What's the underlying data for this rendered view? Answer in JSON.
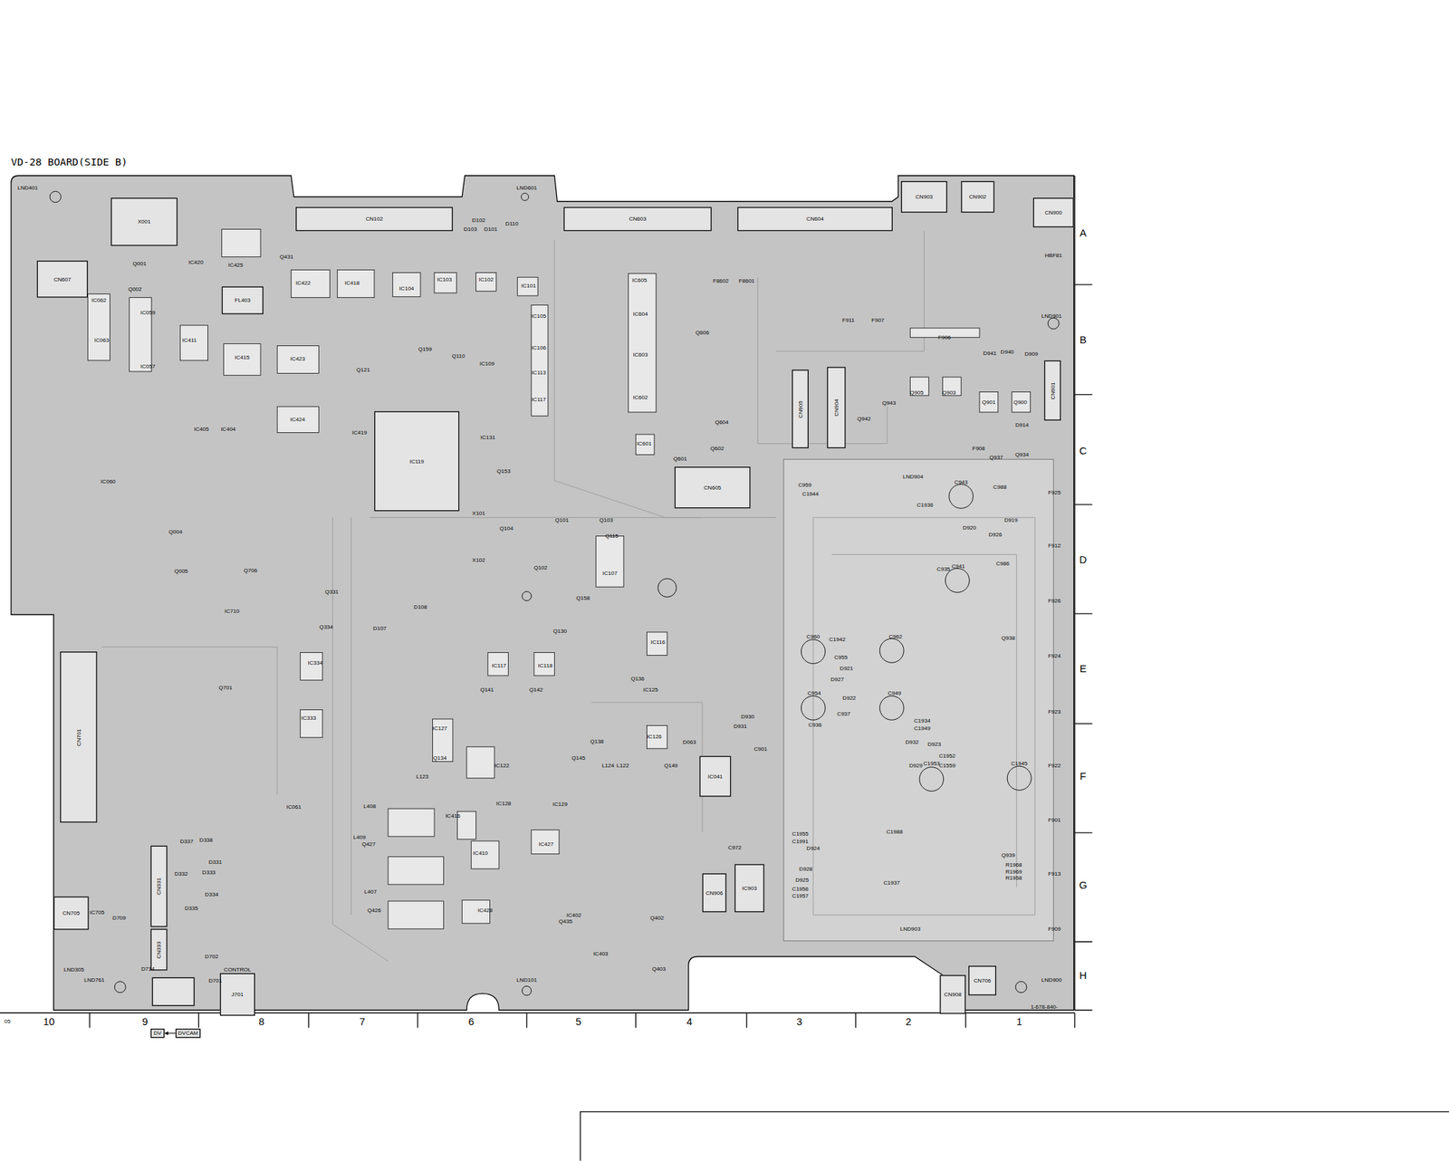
{
  "diagram": {
    "title": "VD-28 BOARD(SIDE B)",
    "nodes": [
      {
        "text": [
          "CN102"
        ]
      },
      {
        "text": [
          "CN603"
        ]
      },
      {
        "text": [
          "CN604"
        ]
      },
      {
        "text": [
          "CN903"
        ]
      },
      {
        "text": [
          "CN902"
        ]
      },
      {
        "text": [
          "CN900"
        ]
      },
      {
        "text": [
          "X001"
        ]
      },
      {
        "text": [
          "CN607"
        ]
      },
      {
        "text": [
          "IC119"
        ]
      },
      {
        "text": [
          "CN905"
        ]
      },
      {
        "text": [
          "CN904"
        ]
      },
      {
        "text": [
          "CN605"
        ]
      },
      {
        "text": [
          "CN901"
        ]
      },
      {
        "text": [
          "CN701"
        ]
      },
      {
        "text": [
          "CN705"
        ]
      },
      {
        "text": [
          "CN331"
        ]
      },
      {
        "text": [
          "CN333"
        ]
      },
      {
        "text": [
          "IC041"
        ]
      },
      {
        "text": [
          "CN906"
        ]
      },
      {
        "text": [
          "IC903"
        ]
      },
      {
        "text": [
          "CN908"
        ]
      },
      {
        "text": [
          "CN706"
        ]
      },
      {
        "text": [
          "CONTROL",
          "J701"
        ]
      },
      {
        "text": [
          "DV"
        ]
      },
      {
        "text": [
          "DVCAM"
        ]
      },
      {
        "text": [
          "FL403"
        ]
      }
    ],
    "edges": [
      {
        "from": 24,
        "to": 23,
        "arrow": "to"
      }
    ],
    "labels": [
      "A",
      "B",
      "C",
      "D",
      "E",
      "F",
      "G",
      "H",
      "10",
      "9",
      "8",
      "7",
      "6",
      "5",
      "4",
      "3",
      "2",
      "1",
      "05",
      "LND401",
      "LND601",
      "LND901",
      "LND904",
      "LND903",
      "LND761",
      "LND305",
      "LND101",
      "LND900",
      "HBF81",
      "1-678-840-",
      "IC425",
      "IC420",
      "IC422",
      "IC418",
      "IC104",
      "IC103",
      "IC102",
      "IC101",
      "IC105",
      "IC106",
      "IC113",
      "IC117",
      "IC109",
      "IC131",
      "IC423",
      "IC424",
      "IC419",
      "IC415",
      "IC411",
      "IC404",
      "IC405",
      "IC059",
      "IC062",
      "IC063",
      "IC057",
      "IC060",
      "IC710",
      "IC334",
      "IC333",
      "IC127",
      "IC122",
      "IC128",
      "IC129",
      "IC126",
      "IC125",
      "IC116",
      "IC117",
      "IC118",
      "IC107",
      "IC601",
      "IC602",
      "IC603",
      "IC604",
      "IC605",
      "IC416",
      "IC410",
      "IC427",
      "IC428",
      "IC402",
      "IC403",
      "IC061",
      "IC705",
      "Q431",
      "Q001",
      "Q002",
      "Q159",
      "Q110",
      "Q121",
      "Q153",
      "Q104",
      "Q101",
      "Q103",
      "Q115",
      "Q102",
      "Q158",
      "Q130",
      "Q141",
      "Q142",
      "Q136",
      "Q134",
      "Q138",
      "Q145",
      "Q149",
      "Q606",
      "Q604",
      "Q602",
      "Q601",
      "Q905",
      "Q903",
      "Q901",
      "Q900",
      "Q942",
      "Q943",
      "Q937",
      "Q934",
      "Q938",
      "Q939",
      "Q331",
      "Q334",
      "Q701",
      "Q706",
      "Q004",
      "Q005",
      "Q402",
      "Q403",
      "Q435",
      "Q426",
      "Q427",
      "D102",
      "D103",
      "D101",
      "D110",
      "D107",
      "D108",
      "D063",
      "D930",
      "D931",
      "D932",
      "D929",
      "D923",
      "D920",
      "D919",
      "D926",
      "D921",
      "D927",
      "D922",
      "D924",
      "D928",
      "D925",
      "D914",
      "D941",
      "D940",
      "D909",
      "D337",
      "D338",
      "D331",
      "D332",
      "D333",
      "D334",
      "D335",
      "D702",
      "D701",
      "D714",
      "D709",
      "C943",
      "C941",
      "C1944",
      "C959",
      "C1936",
      "C935",
      "C1942",
      "C960",
      "C962",
      "C954",
      "C949",
      "C937",
      "C1953",
      "C1945",
      "C986",
      "C988",
      "C1934",
      "C1949",
      "C1952",
      "C1559",
      "C1955",
      "C1991",
      "C1956",
      "C1957",
      "C1937",
      "C1988",
      "C972",
      "C901",
      "C955",
      "C936",
      "F906",
      "F907",
      "F911",
      "F925",
      "F912",
      "F926",
      "F924",
      "F923",
      "F922",
      "F901",
      "F913",
      "F909",
      "F908",
      "F8602",
      "F8601",
      "L123",
      "L124",
      "L122",
      "X101",
      "X102",
      "L407",
      "L408",
      "L409",
      "R1968",
      "R1969",
      "R1958"
    ]
  }
}
